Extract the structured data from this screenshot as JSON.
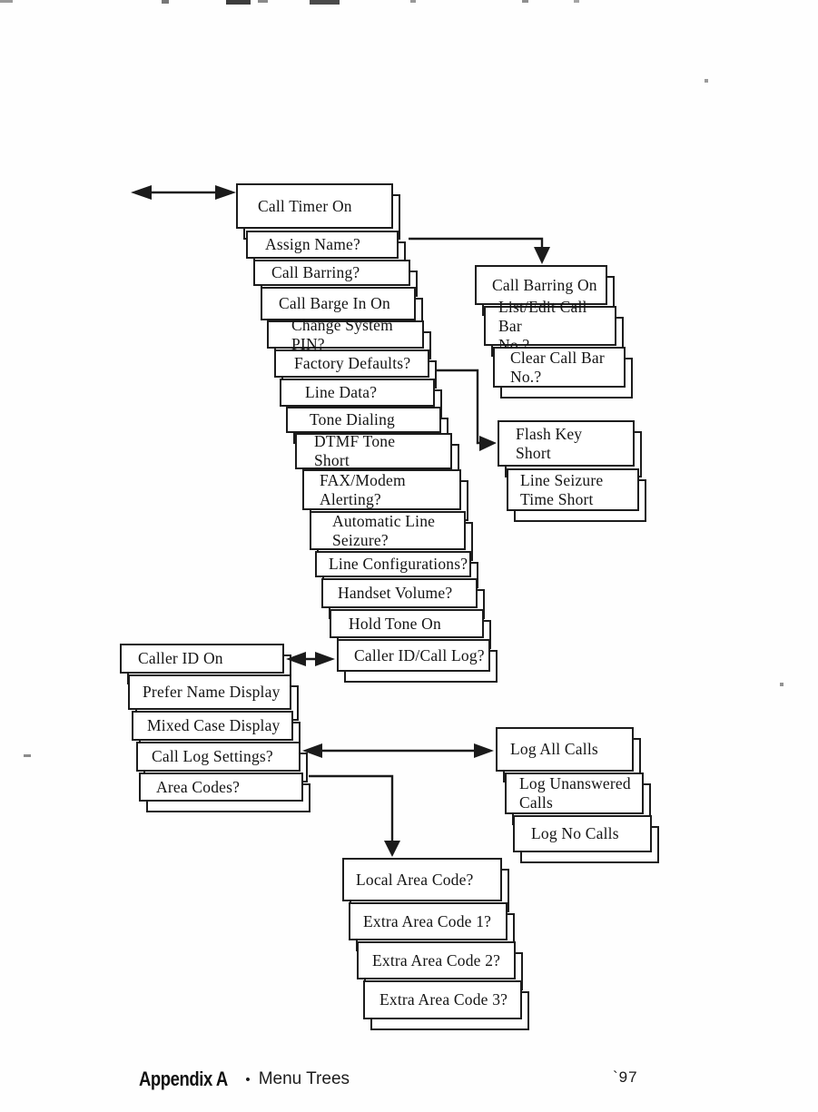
{
  "page": {
    "footer": {
      "appendix_label": "Appendix A",
      "bullet": "•",
      "section_title": "Menu Trees",
      "page_number": "`97"
    }
  },
  "tree": {
    "main_stack": [
      "Call Timer On",
      "Assign Name?",
      "Call Barring?",
      "Call Barge In On",
      "Change System PIN?",
      "Factory Defaults?",
      "Line Data?",
      "Tone Dialing",
      "DTMF Tone\nShort",
      "FAX/Modem\nAlerting?",
      "Automatic Line\nSeizure?",
      "Line Configurations?",
      "Handset Volume?",
      "Hold Tone On",
      "Caller ID/Call Log?"
    ],
    "call_barring_branch": [
      "Call Barring On",
      "List/Edit Call Bar\nNo.?",
      "Clear Call Bar\nNo.?"
    ],
    "flash_key_branch": [
      "Flash Key\nShort",
      "Line Seizure\nTime Short"
    ],
    "caller_id_stack": [
      "Caller ID On",
      "Prefer Name Display",
      "Mixed Case Display",
      "Call Log Settings?",
      "Area Codes?"
    ],
    "call_log_branch": [
      "Log All Calls",
      "Log Unanswered\nCalls",
      "Log No Calls"
    ],
    "area_codes_stack": [
      "Local Area Code?",
      "Extra Area Code 1?",
      "Extra Area Code 2?",
      "Extra Area Code 3?"
    ]
  },
  "colors": {
    "ink": "#1c1c1c",
    "paper": "#fefefe"
  }
}
